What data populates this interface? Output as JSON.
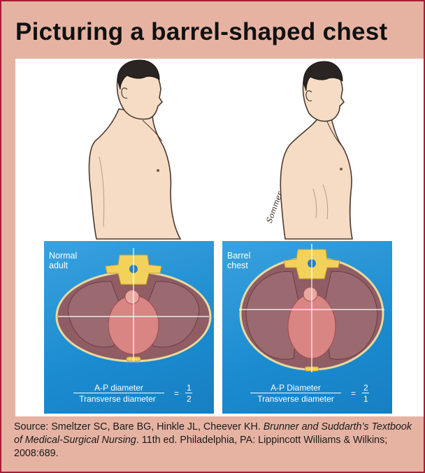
{
  "title": "Picturing a barrel-shaped chest",
  "panels": {
    "left": {
      "label_line1": "Normal",
      "label_line2": "adult",
      "numerator": "A-P diameter",
      "denominator": "Transverse diameter",
      "equals": "=",
      "frac_top": "1",
      "frac_bottom": "2"
    },
    "right": {
      "label_line1": "Barrel",
      "label_line2": "chest",
      "numerator": "A-P Diameter",
      "denominator": "Transverse diameter",
      "equals": "=",
      "frac_top": "2",
      "frac_bottom": "1"
    }
  },
  "artist_signature": "Sommer",
  "source": {
    "prefix": "Source: Smeltzer SC, Bare BG, Hinkle JL, Cheever KH. ",
    "book": "Brunner and Suddarth’s Textbook of Medical-Surgical Nursing",
    "suffix": ". 11th ed. Philadelphia, PA: Lippincott Williams & Wilkins; 2008:689."
  },
  "colors": {
    "frame_border": "#a31d35",
    "frame_fill": "#e6b3a3",
    "panel_blue": "#1b8bd0",
    "lung": "#8f5d63",
    "heart": "#d98584",
    "bone": "#f3d25c"
  }
}
